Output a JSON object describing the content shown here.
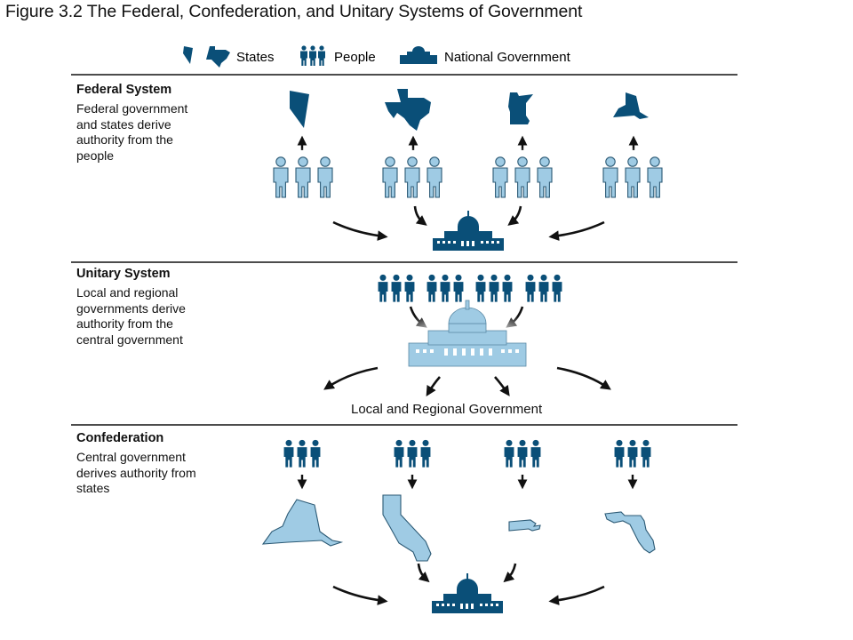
{
  "figure": {
    "title": "Figure 3.2  The Federal, Confederation, and Unitary Systems of Government"
  },
  "legend": {
    "states": "States",
    "people": "People",
    "national": "National Government"
  },
  "federal": {
    "title": "Federal System",
    "desc_lines": [
      "Federal government",
      "and states derive",
      "authority from the",
      "people"
    ]
  },
  "unitary": {
    "title": "Unitary System",
    "desc_lines": [
      "Local and regional",
      "governments derive",
      "authority from the",
      "central government"
    ],
    "local_label": "Local and Regional Government"
  },
  "confederation": {
    "title": "Confederation",
    "desc_lines": [
      "Central government",
      "derives authority from",
      "states"
    ]
  },
  "colors": {
    "dark_blue": "#0a4f78",
    "light_blue": "#9fcbe4",
    "panel": "#ebe7e4",
    "arrow": "#111111"
  },
  "icons": {
    "states": "state-map-icon",
    "people": "people-group-icon",
    "national": "capitol-building-icon"
  }
}
